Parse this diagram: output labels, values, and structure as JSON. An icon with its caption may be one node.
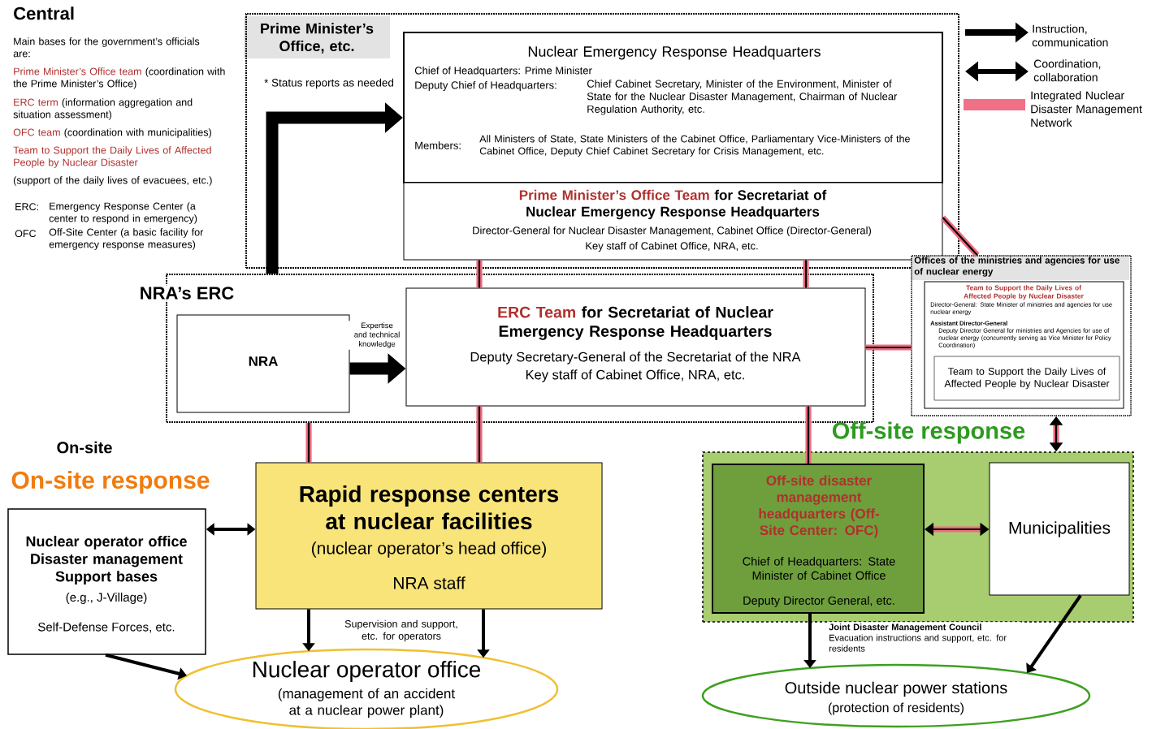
{
  "diagram": {
    "nodes": [
      {
        "text": [
          "Prime Minister’s Office, etc."
        ]
      },
      {
        "text": [
          "Nuclear Emergency Response Headquarters",
          "Chief of Headquarters: Prime Minister",
          "Deputy Chief of Headquarters:",
          "Chief Cabinet Secretary, Minister of the Environment, Minister of State for the Nuclear Disaster Management, Chairman of Nuclear Regulation Authority, etc.",
          "Members:",
          "All Ministers of State, State Ministers of the Cabinet Office, Parliamentary Vice-Ministers of the Cabinet Office, Deputy Chief Cabinet Secretary for Crisis Management, etc."
        ],
        "in": 0
      },
      {
        "text": [
          "Prime Minister’s Office Team",
          "for Secretariat of Nuclear Emergency Response Headquarters",
          "Director-General for Nuclear Disaster Management, Cabinet Office (Director-General)",
          "Key staff of Cabinet Office, NRA, etc."
        ],
        "in": 0
      },
      {
        "text": [
          "NRA’s ERC"
        ]
      },
      {
        "text": [
          "NRA"
        ],
        "in": 3
      },
      {
        "text": [
          "ERC Team",
          "for Secretariat of Nuclear Emergency Response Headquarters",
          "Deputy Secretary-General of the Secretariat of the NRA",
          "Key staff of Cabinet Office, NRA, etc."
        ],
        "in": 3
      },
      {
        "text": [
          "Offices of the ministries and agencies for use of nuclear energy"
        ]
      },
      {
        "text": [
          "Team to Support the Daily Lives of Affected People by Nuclear Disaster",
          "Director-General: State Minister of ministries and agencies for use nuclear energy",
          "Assistant Director-General",
          "Deputy Director General for ministries and Agencies for use of nuclear energy (concurrently serving as Vice Minister for Policy Coordination)"
        ],
        "in": 6
      },
      {
        "text": [
          "Team to Support the Daily Lives of Affected People by Nuclear Disaster"
        ],
        "in": 7
      },
      {
        "text": [
          "Nuclear operator office Disaster management Support bases",
          "(e.g., J-Village)",
          "Self-Defense Forces, etc."
        ]
      },
      {
        "text": [
          "Rapid response centers at nuclear facilities",
          "(nuclear operator’s head office)",
          "NRA staff"
        ]
      },
      {
        "text": [
          "Nuclear operator office",
          "(management of an accident at a nuclear power plant)"
        ]
      },
      {
        "text": [
          "Off-site response"
        ]
      },
      {
        "text": [
          "Off-site disaster management headquarters (Off-Site Center: OFC)",
          "Chief of Headquarters: State Minister of Cabinet Office",
          "Deputy Director General, etc."
        ],
        "in": 12
      },
      {
        "text": [
          "Municipalities"
        ],
        "in": 12
      },
      {
        "text": [
          "Outside nuclear power stations",
          "(protection of residents)"
        ]
      }
    ],
    "edges": [
      {
        "from": 3,
        "to": 1,
        "arrow": "to",
        "style": "thick",
        "color": "#000000",
        "label": "* Status reports as needed"
      },
      {
        "from": 4,
        "to": 5,
        "arrow": "to",
        "style": "thick",
        "color": "#000000",
        "label": "Expertise and technical knowledge"
      },
      {
        "from": 2,
        "to": 5,
        "arrow": "none",
        "color": "#f06a80"
      },
      {
        "from": 2,
        "to": 5,
        "arrow": "none",
        "color": "#f06a80"
      },
      {
        "from": 3,
        "to": 10,
        "arrow": "none",
        "color": "#f06a80"
      },
      {
        "from": 5,
        "to": 10,
        "arrow": "none",
        "color": "#f06a80"
      },
      {
        "from": 5,
        "to": 13,
        "arrow": "none",
        "color": "#f06a80"
      },
      {
        "from": 5,
        "to": 6,
        "arrow": "none",
        "color": "#f06a80"
      },
      {
        "from": 2,
        "to": 6,
        "arrow": "none",
        "color": "#f06a80"
      },
      {
        "from": 6,
        "to": 12,
        "arrow": "both",
        "color": "#f06a80"
      },
      {
        "from": 9,
        "to": 10,
        "arrow": "both",
        "color": "#000000"
      },
      {
        "from": 9,
        "to": 11,
        "arrow": "to",
        "color": "#000000"
      },
      {
        "from": 10,
        "to": 11,
        "arrow": "to",
        "color": "#000000"
      },
      {
        "from": 10,
        "to": 11,
        "arrow": "to",
        "color": "#000000",
        "label": "Supervision and support, etc. for operators"
      },
      {
        "from": 13,
        "to": 14,
        "arrow": "both",
        "color": "#f06a80"
      },
      {
        "from": 13,
        "to": 15,
        "arrow": "to",
        "color": "#000000",
        "label": "**Joint Disaster Management Council** Evacuation instructions and support, etc. for residents"
      },
      {
        "from": 14,
        "to": 15,
        "arrow": "to",
        "color": "#000000"
      }
    ],
    "labels": [
      "Central",
      "Main bases for the government’s officials are:",
      "Prime Minister’s Office team",
      "(coordination with the Prime Minister’s Office)",
      "ERC term",
      "(information aggregation and situation assessment)",
      "OFC team",
      "(coordination with municipalities)",
      "Team to Support the Daily Lives of Affected People by Nuclear Disaster",
      "(support of the daily lives of evacuees, etc.)",
      "ERC:",
      "Emergency Response Center (a center to respond in emergency)",
      "OFC",
      "Off-Site Center (a basic facility for emergency response measures)",
      "On-site",
      "On-site response"
    ],
    "legend": [
      {
        "text": "Instruction, communication"
      },
      {
        "text": "Coordination, collaboration"
      },
      {
        "text": "Integrated Nuclear Disaster Management Network",
        "color": "#f07088"
      }
    ]
  }
}
